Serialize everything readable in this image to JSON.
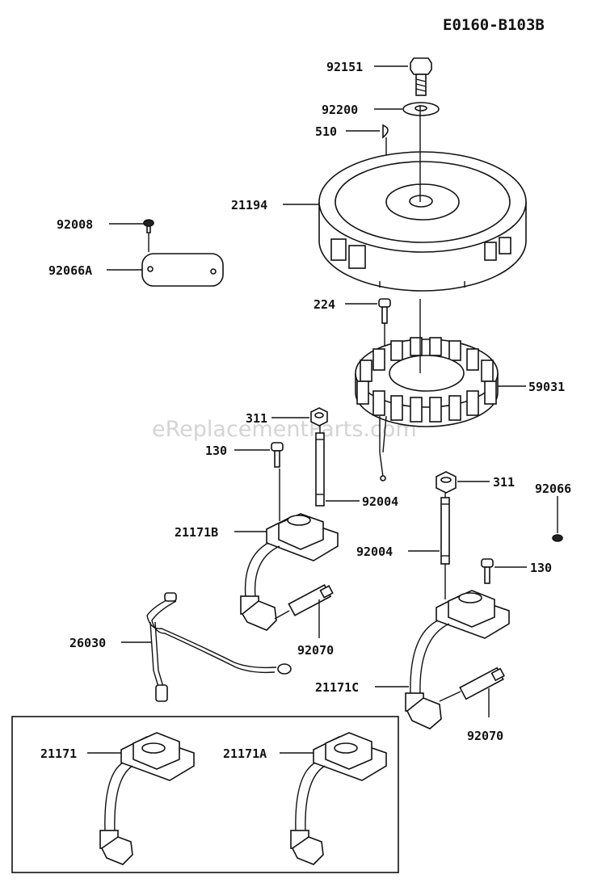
{
  "diagram_code": "E0160-B103B",
  "watermark": "eReplacementParts.com",
  "part_labels": {
    "bolt": "92151",
    "washer": "92200",
    "key": "510",
    "flywheel": "21194",
    "screw_plate": "92008",
    "plate": "92066A",
    "stator_bolt": "224",
    "stator": "59031",
    "nut_left": "311",
    "bolt_coil_left": "130",
    "stud_left": "92004",
    "coil_left": "21171B",
    "nut_right": "311",
    "grommet": "92066",
    "stud_right": "92004",
    "bolt_coil_right": "130",
    "harness": "26030",
    "plug_left": "92070",
    "coil_right": "21171C",
    "plug_right": "92070",
    "coil_alt_1": "21171",
    "coil_alt_2": "21171A"
  }
}
